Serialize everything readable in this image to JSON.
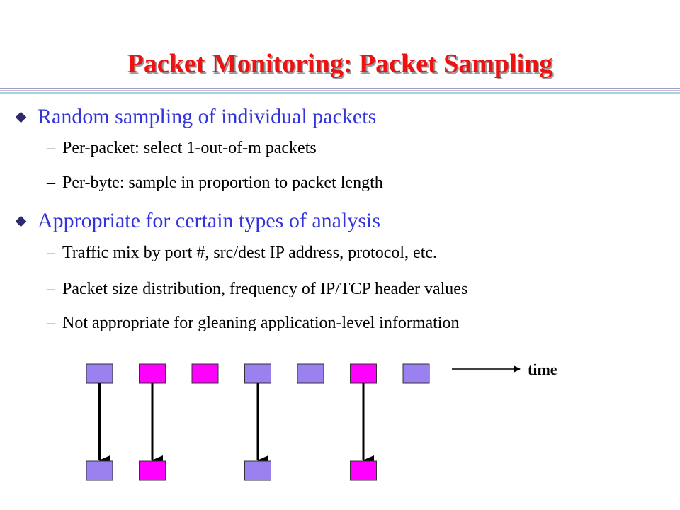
{
  "title": "Packet Monitoring: Packet Sampling",
  "colors": {
    "title": "#ee1111",
    "bullet_text": "#3333dd",
    "packet_purple": "#9b80f0",
    "packet_magenta": "#ff00ff",
    "arrow": "#000000"
  },
  "bullets": [
    {
      "text": "Random sampling of individual packets",
      "subs": [
        "Per-packet: select 1-out-of-m packets",
        "Per-byte: sample in proportion to packet length"
      ]
    },
    {
      "text": "Appropriate for certain types of analysis",
      "subs": [
        "Traffic mix by port #, src/dest IP address, protocol, etc.",
        "Packet size distribution, frequency of IP/TCP header values",
        "Not appropriate for gleaning application-level information"
      ]
    }
  ],
  "diagram": {
    "time_label": "time",
    "packets": [
      "purple",
      "magenta",
      "magenta",
      "purple",
      "purple",
      "magenta",
      "purple"
    ],
    "sampled": [
      0,
      1,
      3,
      5
    ]
  }
}
